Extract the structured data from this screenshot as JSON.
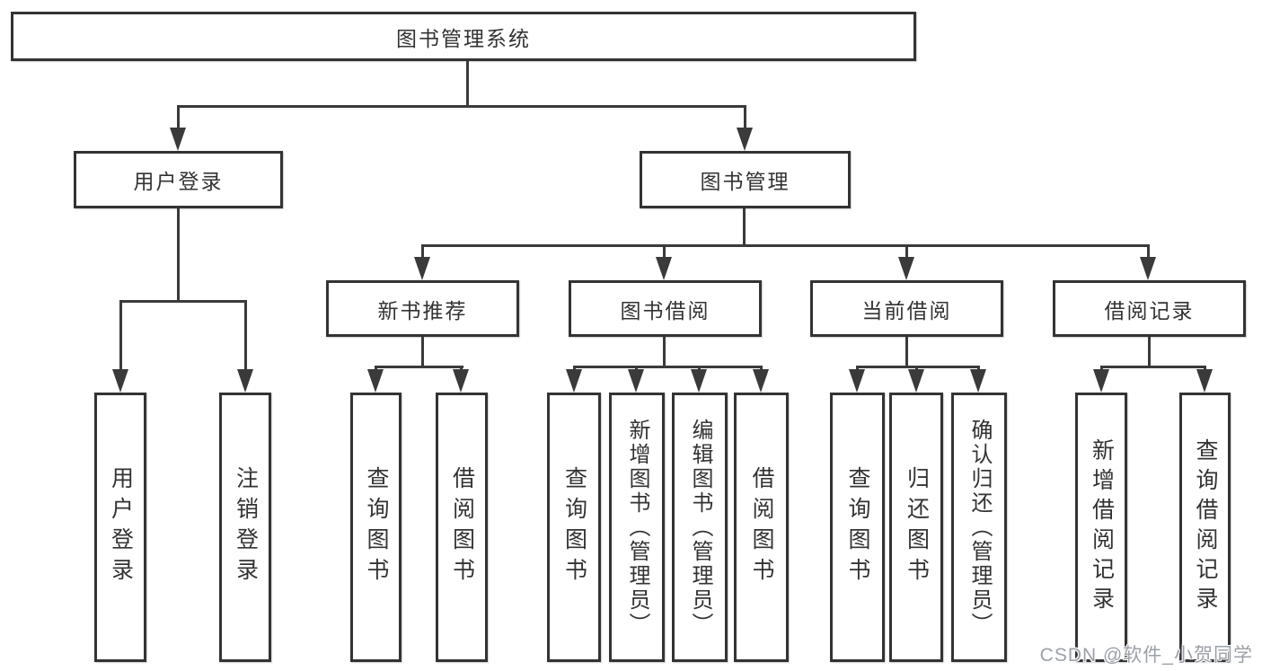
{
  "colors": {
    "line": "#3a3a3a",
    "box_border": "#333333",
    "box_fill": "#ffffff",
    "text": "#333333",
    "watermark_text": "#9ba0a8",
    "background": "#ffffff"
  },
  "watermark": "CSDN @软件_小贺同学",
  "tree": {
    "label": "图书管理系统",
    "children": [
      {
        "label": "用户登录",
        "children": [
          {
            "label": "用户登录"
          },
          {
            "label": "注销登录"
          }
        ]
      },
      {
        "label": "图书管理",
        "children": [
          {
            "label": "新书推荐",
            "children": [
              {
                "label": "查询图书"
              },
              {
                "label": "借阅图书"
              }
            ]
          },
          {
            "label": "图书借阅",
            "children": [
              {
                "label": "查询图书"
              },
              {
                "label": "新增图书（管理员）"
              },
              {
                "label": "编辑图书（管理员）"
              },
              {
                "label": "借阅图书"
              }
            ]
          },
          {
            "label": "当前借阅",
            "children": [
              {
                "label": "查询图书"
              },
              {
                "label": "归还图书"
              },
              {
                "label": "确认归还（管理员）"
              }
            ]
          },
          {
            "label": "借阅记录",
            "children": [
              {
                "label": "新增借阅记录"
              },
              {
                "label": "查询借阅记录"
              }
            ]
          }
        ]
      }
    ]
  }
}
